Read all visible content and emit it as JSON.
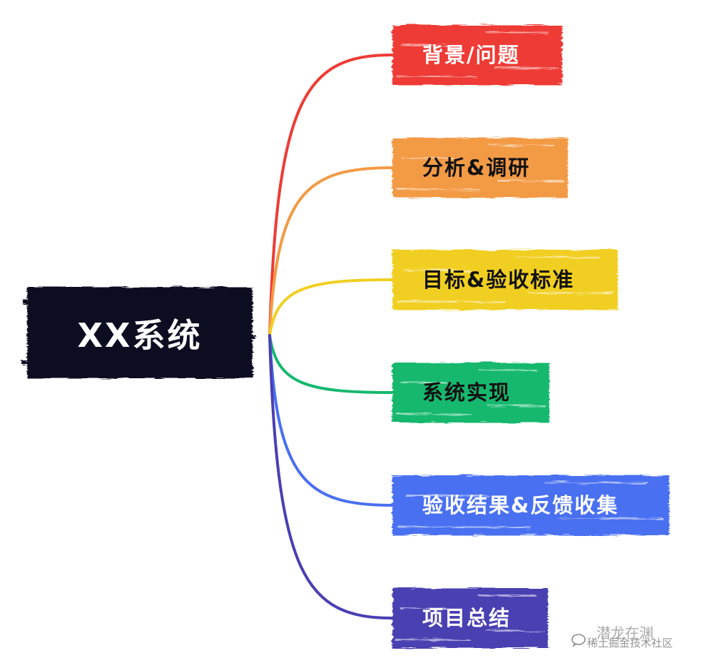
{
  "root": {
    "label": "XX系统",
    "color": "#070a24",
    "text_color": "#ffffff"
  },
  "branches": [
    {
      "label": "背景/问题",
      "color": "#ee3b35",
      "text_color": "#ffffff"
    },
    {
      "label": "分析&调研",
      "color": "#f39a44",
      "text_color": "#111111"
    },
    {
      "label": "目标&验收标准",
      "color": "#f1cf24",
      "text_color": "#111111"
    },
    {
      "label": "系统实现",
      "color": "#15b86e",
      "text_color": "#111111"
    },
    {
      "label": "验收结果&反馈收集",
      "color": "#4a6ff1",
      "text_color": "#ffffff"
    },
    {
      "label": "项目总结",
      "color": "#4a3fb2",
      "text_color": "#ffffff"
    }
  ],
  "watermark": {
    "line1": "潜龙在渊",
    "line2": "稀土掘金技术社区",
    "icon": "chat-bubble-icon"
  }
}
